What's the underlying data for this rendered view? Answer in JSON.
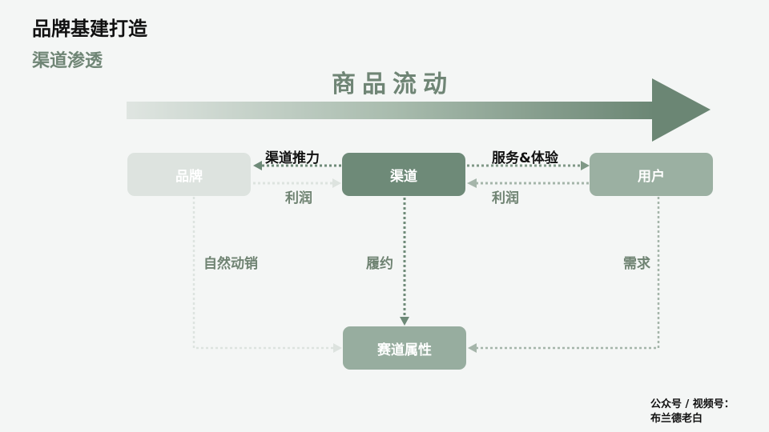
{
  "header": {
    "title": "品牌基建打造",
    "subtitle": "渠道渗透"
  },
  "flow_label": "商品流动",
  "nodes": {
    "brand": "品牌",
    "channel": "渠道",
    "user": "用户",
    "track": "赛道属性"
  },
  "edges": {
    "channel_push": "渠道推力",
    "brand_profit": "利润",
    "service_experience": "服务&体验",
    "user_profit": "利润",
    "natural_sales": "自然动销",
    "fulfillment": "履约",
    "demand": "需求"
  },
  "footer": {
    "line1": "公众号 / 视频号：",
    "line2": "布兰德老白"
  },
  "colors": {
    "background": "#f4f6f5",
    "brand": "#dde3df",
    "channel": "#6e8a78",
    "user": "#9bb0a2",
    "track": "#97ad9f",
    "accent_text": "#6f8575"
  }
}
